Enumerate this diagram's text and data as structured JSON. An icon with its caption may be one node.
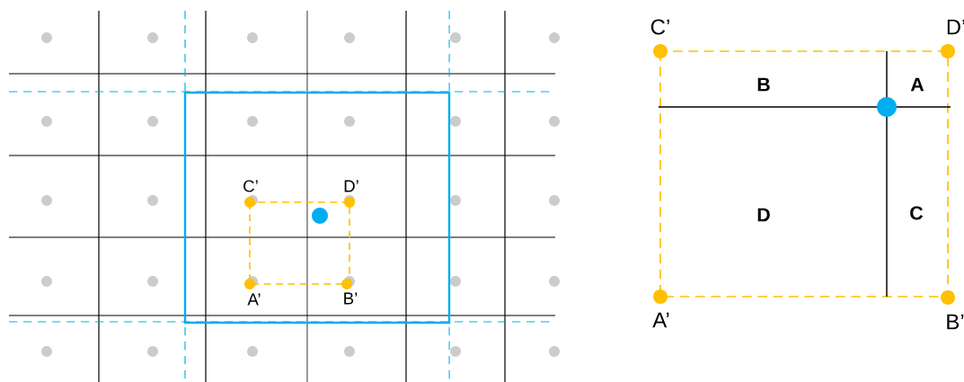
{
  "diagram": {
    "labels": [
      "C’",
      "D’",
      "A’",
      "B’",
      "C’",
      "D’",
      "B",
      "A",
      "D",
      "C",
      "A’",
      "B’"
    ]
  }
}
